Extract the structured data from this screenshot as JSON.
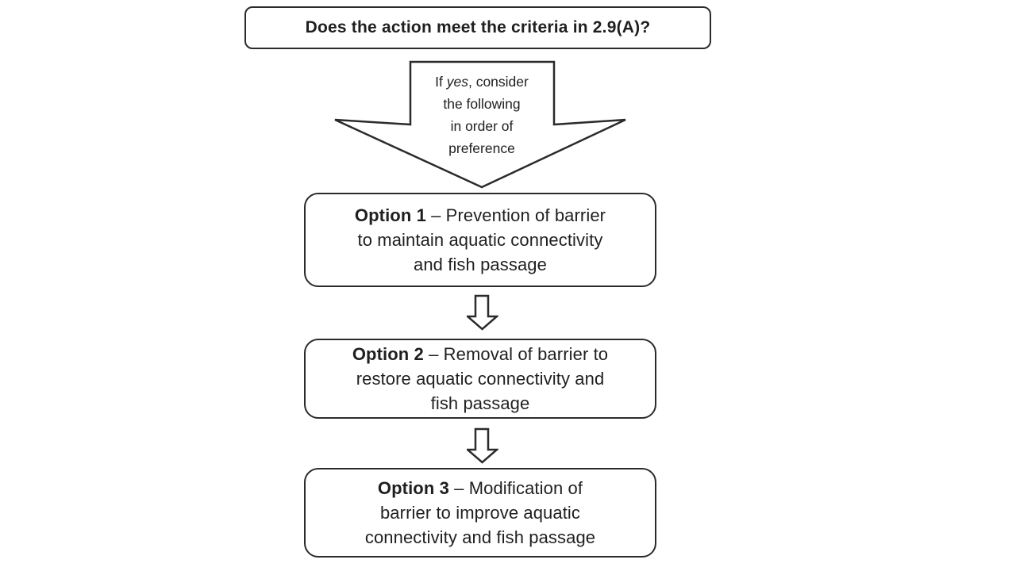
{
  "page": {
    "background": "#ffffff",
    "ink": "#1f1f1f",
    "line_color": "#2b2b2b"
  },
  "flowchart": {
    "decision_box": {
      "text": "Does the action meet the criteria in 2.9(A)?"
    },
    "connector": {
      "line1_prefix": "If ",
      "line1_italic": "yes",
      "line1_suffix": ", consider",
      "line2": "the following",
      "line3": "in order of",
      "line4": "preference"
    },
    "options": [
      {
        "bold": "Option 1",
        "line1_rest": " – Prevention of barrier",
        "line2": "to maintain aquatic connectivity",
        "line3": "and fish passage"
      },
      {
        "bold": "Option 2",
        "line1_rest": " – Removal of barrier to",
        "line2": "restore aquatic connectivity and",
        "line3": "fish passage"
      },
      {
        "bold": "Option 3",
        "line1_rest": " – Modification of",
        "line2": "barrier to improve aquatic",
        "line3": "connectivity and fish passage"
      }
    ],
    "icons": {
      "large_down_arrow": "block-arrow-down",
      "small_down_arrow": "block-arrow-down"
    }
  }
}
